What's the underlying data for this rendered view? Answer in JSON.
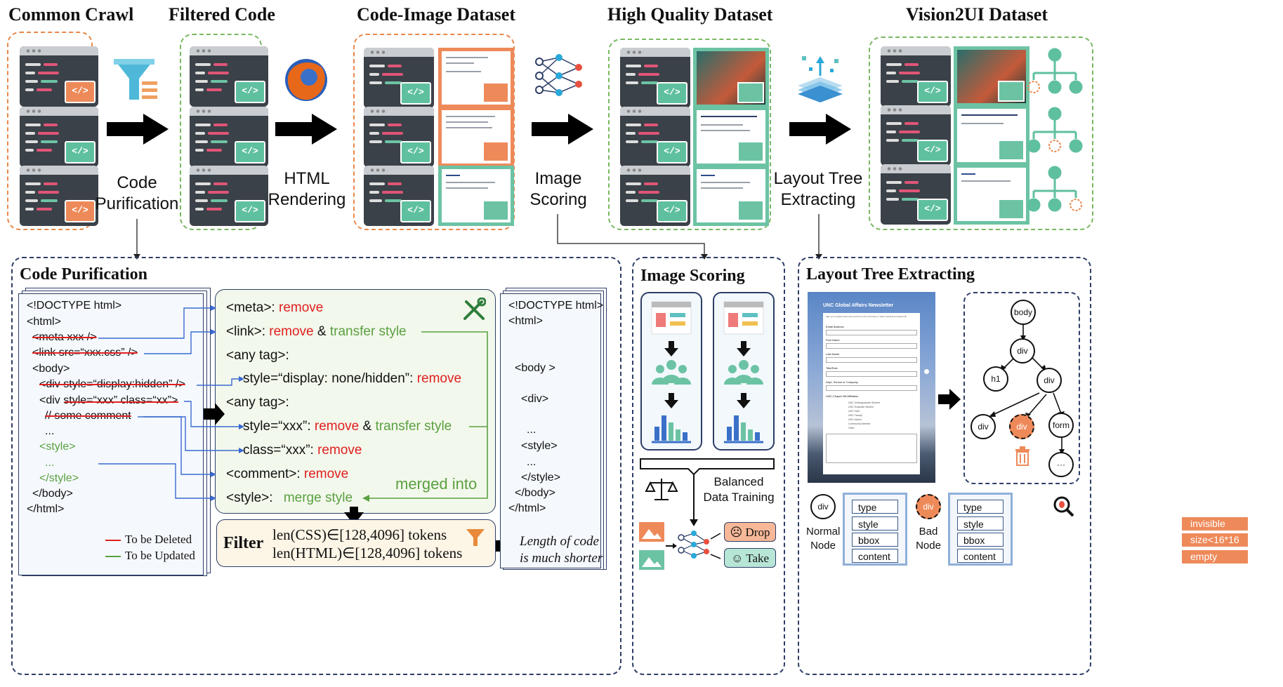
{
  "stages": {
    "common_crawl": "Common Crawl",
    "filtered_code": "Filtered Code",
    "code_image": "Code-Image Dataset",
    "high_quality": "High Quality Dataset",
    "vision2ui": "Vision2UI Dataset"
  },
  "steps": {
    "code_purification": [
      "Code",
      "Purification"
    ],
    "html_rendering": [
      "HTML",
      "Rendering"
    ],
    "image_scoring": [
      "Image",
      "Scoring"
    ],
    "layout_tree": [
      "Layout Tree",
      "Extracting"
    ]
  },
  "code_purification_panel": {
    "title": "Code Purification",
    "source_lines": [
      "<!DOCTYPE html>",
      "<html>",
      "<meta xxx />",
      "<link src=“xxx.css” />",
      "<body>",
      "<div style=“display:hidden” />",
      "<div style=“xxx” class=“xx”>",
      "// some comment",
      "...",
      "<style>",
      "...",
      "</style>",
      "</body>",
      "</html>"
    ],
    "rules": {
      "meta_tag": "<meta>: ",
      "meta_action": "remove",
      "link_tag": "<link>: ",
      "link_action1": "remove",
      "link_amp": " & ",
      "link_action2": "transfer style",
      "any_tag_1": "<any tag>:",
      "style_hidden": "style=“display: none/hidden”: ",
      "style_hidden_action": "remove",
      "any_tag_2": "<any tag>:",
      "style_xxx": "style=“xxx”: ",
      "style_xxx_action1": "remove",
      "style_xxx_amp": " & ",
      "style_xxx_action2": "transfer style",
      "class_xxx": "class=“xxx”: ",
      "class_xxx_action": "remove",
      "comment": "<comment>: ",
      "comment_action": "remove",
      "style_tag": "<style>: ",
      "style_tag_action": "merge style",
      "merged_into": "merged into"
    },
    "output_lines": [
      "<!DOCTYPE html>",
      "<html>",
      "<body >",
      "<div>",
      "...",
      "<style>",
      "...",
      "</style>",
      "</body>",
      "</html>"
    ],
    "legend": {
      "deleted": "To be Deleted",
      "updated": "To be Updated"
    },
    "filter": {
      "label": "Filter",
      "css_rule": "len(CSS)∈[128,4096] tokens",
      "html_rule": "len(HTML)∈[128,4096] tokens"
    },
    "result_note": [
      "Length of code",
      "is much shorter"
    ]
  },
  "image_scoring_panel": {
    "title": "Image Scoring",
    "balanced": [
      "Balanced",
      "Data Training"
    ],
    "drop": "Drop",
    "take": "Take"
  },
  "layout_tree_panel": {
    "title": "Layout Tree Extracting",
    "screenshot": {
      "heading": "UNC Global Affairs Newsletter",
      "subheading": "Sign up for global news and events from the University of North Carolina at Chapel Hill",
      "fields": [
        "Email Address",
        "First Name",
        "Last Name",
        "Title/Role",
        "Dept, School or Company",
        "UNC-Chapel Hill Affiliation"
      ],
      "affiliations": [
        "UNC Undergraduate Student",
        "UNC Graduate Student",
        "UNC Staff",
        "UNC Faculty",
        "UNC Alumni",
        "Community Member",
        "Other"
      ]
    },
    "tree_nodes": {
      "body": "body",
      "div1": "div",
      "h1": "h1",
      "div2": "div",
      "div3": "div",
      "div_bad": "div",
      "form": "form",
      "more": "···"
    },
    "normal_node": {
      "label": [
        "Normal",
        "Node"
      ],
      "node": "div",
      "attrs": [
        "type",
        "style",
        "bbox",
        "content"
      ]
    },
    "bad_node": {
      "label": [
        "Bad",
        "Node"
      ],
      "node": "div",
      "attrs": [
        "type",
        "style",
        "bbox",
        "content"
      ],
      "reasons": [
        "invisible",
        "size<16*16",
        "empty"
      ]
    }
  },
  "colors": {
    "orange": "#ee8a5a",
    "green": "#6cc3a4",
    "navy": "#2d3e66",
    "red": "#e02020",
    "update_green": "#5aa040"
  }
}
